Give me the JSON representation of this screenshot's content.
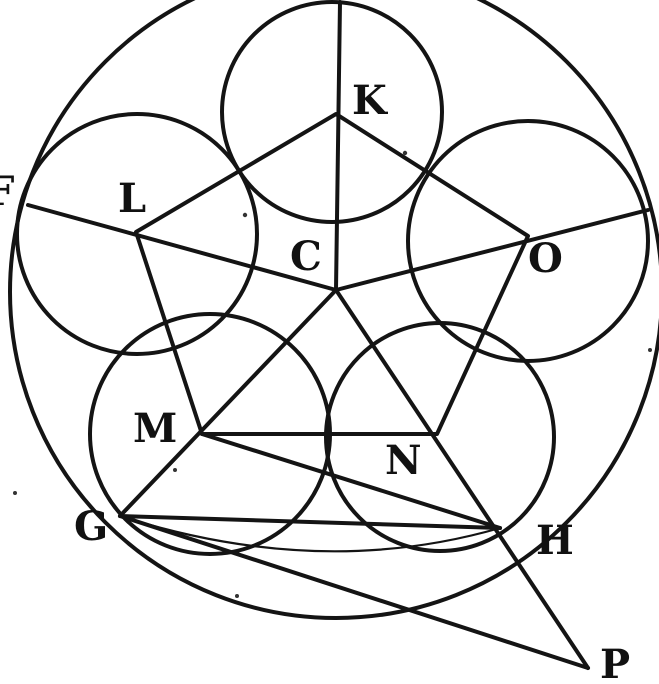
{
  "figure": {
    "ink_color": "#141414",
    "background_color": "#ffffff",
    "labels": {
      "K": "K",
      "L": "L",
      "C": "C",
      "O": "O",
      "M": "M",
      "N": "N",
      "G": "G",
      "H": "H",
      "P": "P",
      "F": "F"
    }
  }
}
